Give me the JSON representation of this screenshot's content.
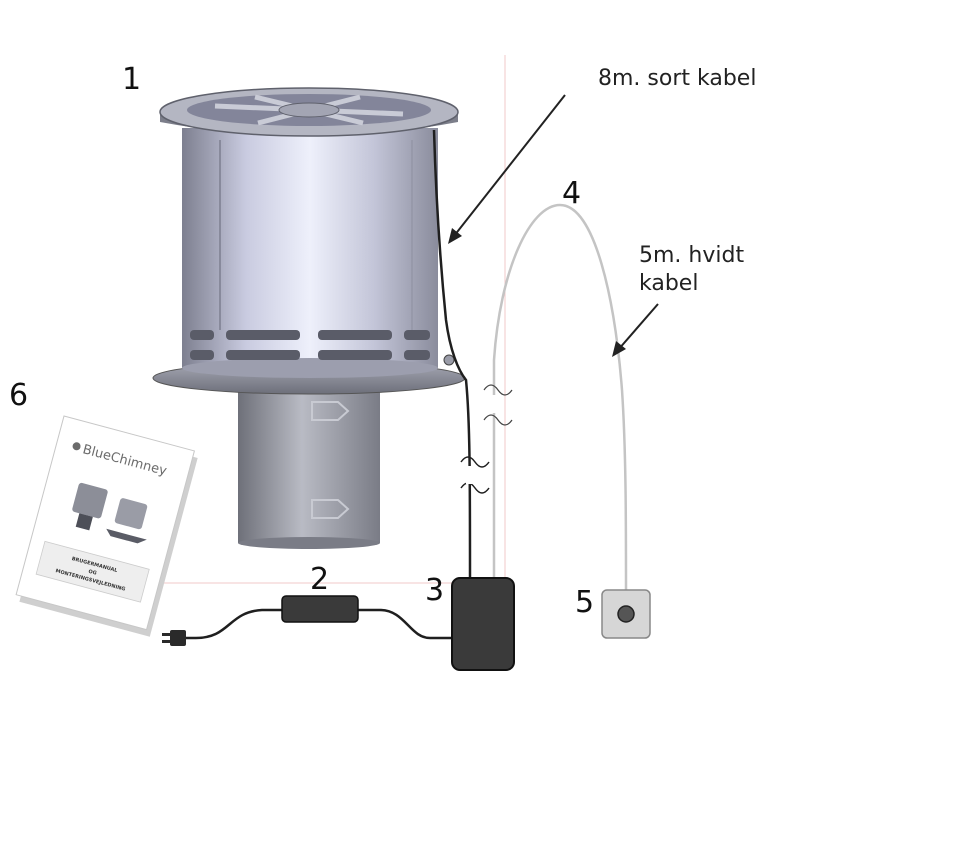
{
  "labels": {
    "n1": "1",
    "n2": "2",
    "n3": "3",
    "n4": "4",
    "n5": "5",
    "n6": "6"
  },
  "captions": {
    "black_cable_line1": "8m. sort kabel",
    "white_cable_line1": "5m. hvidt",
    "white_cable_line2": "kabel"
  },
  "manual": {
    "brand": "BlueChimney",
    "title_line1": "BRUGERMANUAL",
    "title_line2": "OG",
    "title_line3": "MONTERINGSVEJLEDNING"
  },
  "colors": {
    "metal_light": "#e4e6f2",
    "metal_mid": "#a9abbc",
    "metal_dark": "#6f7180",
    "cable_black": "#1f1f1f",
    "cable_white": "#c4c4c4",
    "adapter": "#3a3a3a"
  }
}
